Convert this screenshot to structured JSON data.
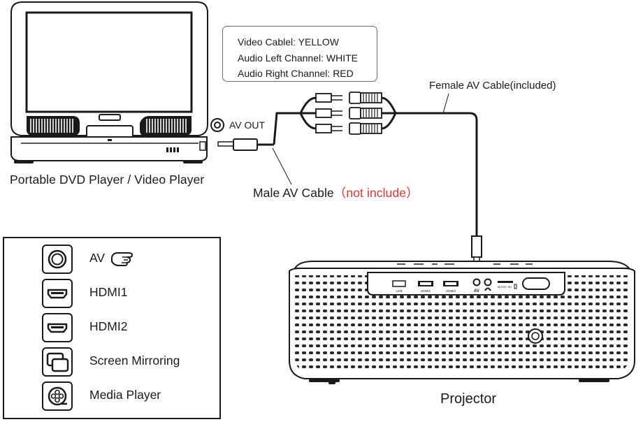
{
  "dvd_player": {
    "caption": "Portable DVD Player / Video Player"
  },
  "av_out": {
    "label": "AV OUT"
  },
  "color_legend": {
    "lines": [
      "Video Cablel: YELLOW",
      "Audio Left Channel: WHITE",
      "Audio Right Channel: RED"
    ]
  },
  "female_cable": {
    "label": "Female AV Cable(included)"
  },
  "male_cable": {
    "label": "Male AV Cable",
    "note": "（not include）",
    "note_color": "#e8312f"
  },
  "projector": {
    "caption": "Projector",
    "port_labels": [
      "USB",
      "HDMI1",
      "HDMI2",
      "AV",
      "MICRO SD"
    ]
  },
  "input_sources": [
    {
      "icon": "av-port-icon",
      "label": "AV"
    },
    {
      "icon": "hdmi-port-icon",
      "label": "HDMI1"
    },
    {
      "icon": "hdmi-port-icon",
      "label": "HDMI2"
    },
    {
      "icon": "screen-mirroring-icon",
      "label": "Screen Mirroring"
    },
    {
      "icon": "media-player-icon",
      "label": "Media Player"
    }
  ]
}
